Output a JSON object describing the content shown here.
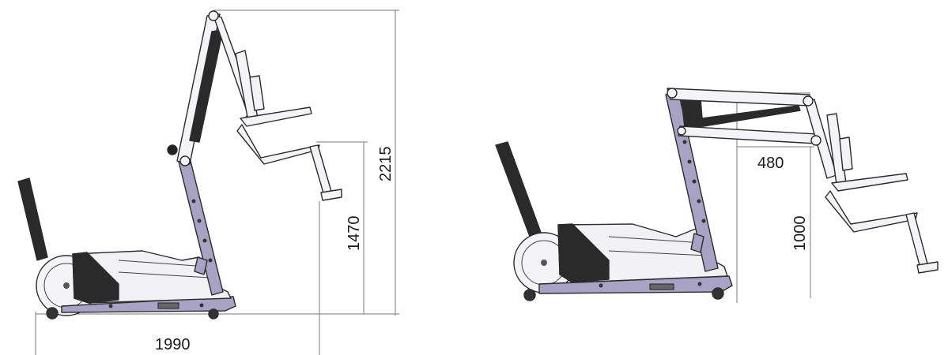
{
  "dimensions": {
    "left_width": "1990",
    "left_total_height": "2215",
    "left_seat_height": "1470",
    "right_reach": "480",
    "right_seat_height": "1000"
  },
  "colors": {
    "frame": "#a8a3c4",
    "frame_dark": "#7b7699",
    "body": "#f2f2f5",
    "body_dark": "#2a2a2a",
    "line": "#2b2b2b",
    "dimension": "#7a7a7a"
  }
}
